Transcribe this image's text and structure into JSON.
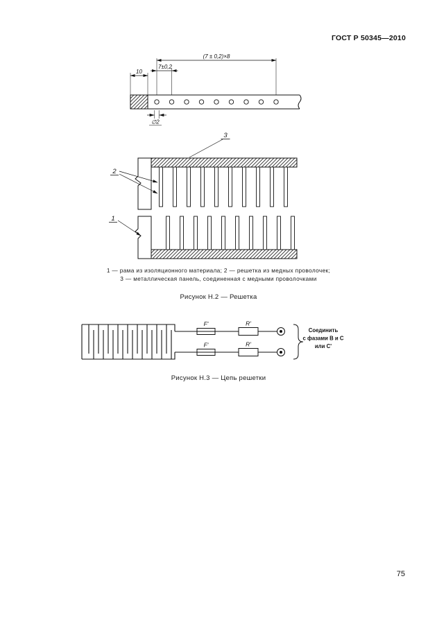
{
  "page": {
    "header": "ГОСТ Р 50345—2010",
    "page_number": "75"
  },
  "figure_h2": {
    "dimensions": {
      "overall": "(7 ± 0,2)×8",
      "pitch": "7±0,2",
      "end_margin": "10",
      "hole_diameter": "∅2"
    },
    "part_labels": {
      "frame": "1",
      "grid": "2",
      "panel": "3"
    },
    "legend_line1": "1 — рама из изоляционного материала; 2 — решетка из медных проволочек;",
    "legend_line2": "3 — металлическая панель, соединенная с медными проволочками",
    "title": "Рисунок Н.2 — Решетка"
  },
  "figure_h3": {
    "fuse_label_top": "F'",
    "resistor_label_top": "R'",
    "fuse_label_bottom": "F'",
    "resistor_label_bottom": "R'",
    "note_line1": "Соединить",
    "note_line2": "с фазами В и С",
    "note_line3": "или С'",
    "title": "Рисунок Н.3 — Цепь решетки"
  }
}
